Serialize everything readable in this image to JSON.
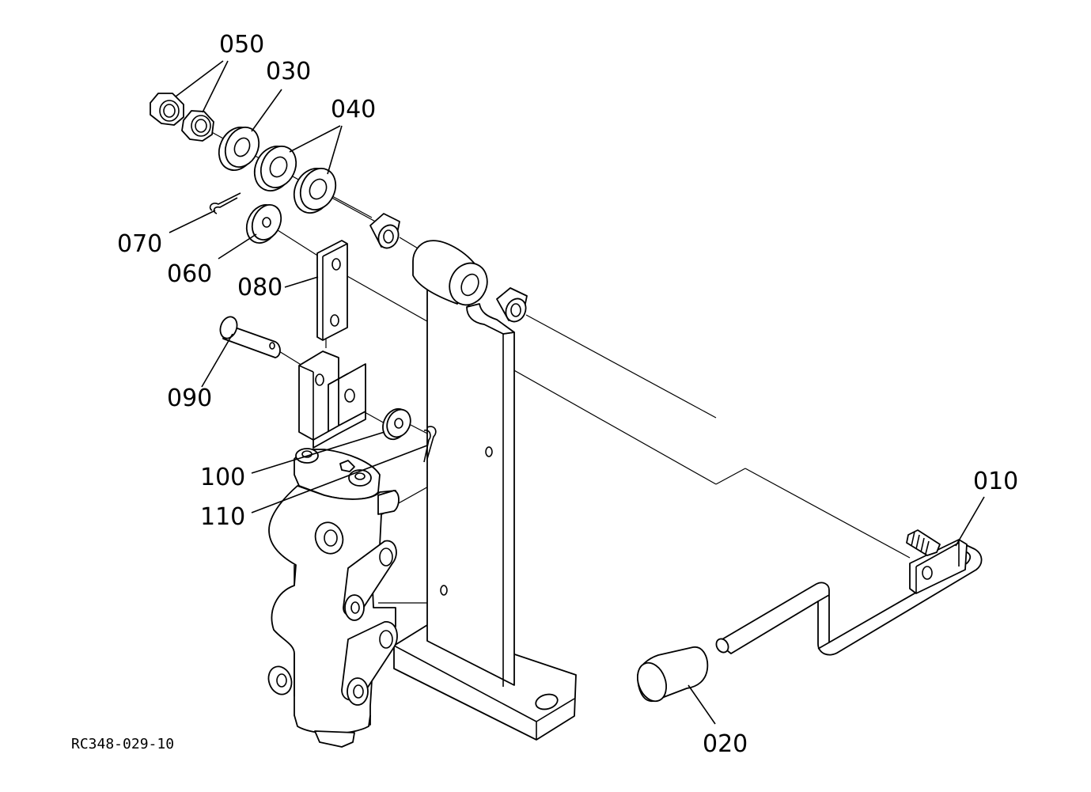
{
  "diagram_code": "RC348-029-10",
  "callouts": {
    "p010": "010",
    "p020": "020",
    "p030": "030",
    "p040": "040",
    "p050": "050",
    "p060": "060",
    "p070": "070",
    "p080": "080",
    "p090": "090",
    "p100": "100",
    "p110": "110"
  }
}
